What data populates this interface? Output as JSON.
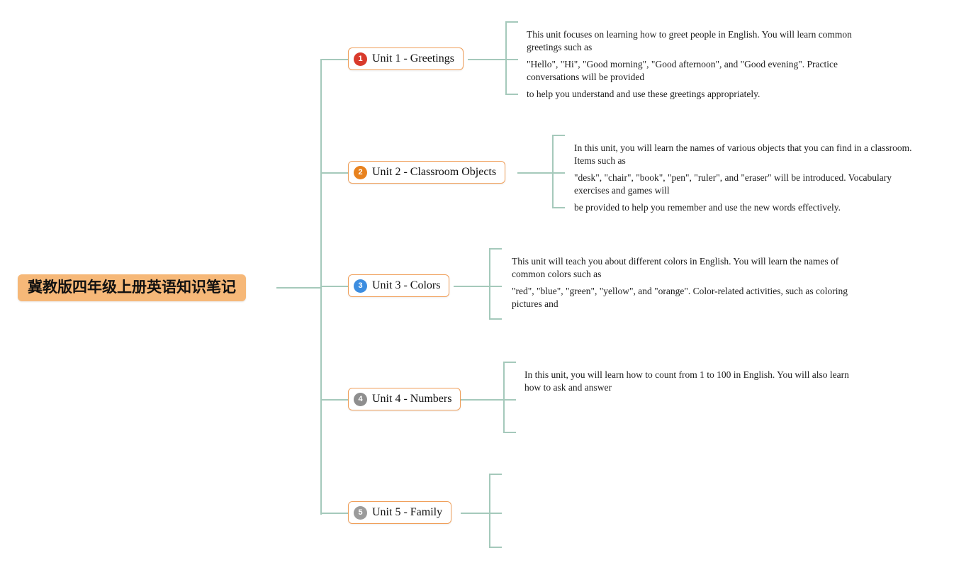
{
  "colors": {
    "connector": "#a5c9bb",
    "root-bg": "#f6b878",
    "node-border": "#f09f5a",
    "canvas-bg": "#ffffff"
  },
  "root": {
    "label": "冀教版四年级上册英语知识笔记"
  },
  "units": [
    {
      "badge": "1",
      "badge_color": "#d93a2b",
      "label": "Unit 1 - Greetings",
      "notes": [
        "This unit focuses on learning how to greet people in English. You will learn common greetings such as",
        "\"Hello\", \"Hi\", \"Good morning\", \"Good afternoon\", and \"Good evening\". Practice conversations will be provided",
        "to help you understand and use these greetings appropriately."
      ]
    },
    {
      "badge": "2",
      "badge_color": "#e8821e",
      "label": "Unit 2 - Classroom Objects",
      "notes": [
        "In this unit, you will learn the names of various objects that you can find in a classroom. Items such as",
        "\"desk\", \"chair\", \"book\", \"pen\", \"ruler\", and \"eraser\" will be introduced. Vocabulary exercises and games will",
        "be provided to help you remember and use the new words effectively."
      ]
    },
    {
      "badge": "3",
      "badge_color": "#3c8de0",
      "label": "Unit 3 - Colors",
      "notes": [
        "This unit will teach you about different colors in English. You will learn the names of common colors such as",
        "\"red\", \"blue\", \"green\", \"yellow\", and \"orange\". Color-related activities, such as coloring pictures and",
        ""
      ]
    },
    {
      "badge": "4",
      "badge_color": "#8e8e8e",
      "label": "Unit 4 - Numbers",
      "notes": [
        "In this unit, you will learn how to count from 1 to 100 in English. You will also learn how to ask and answer",
        "",
        ""
      ]
    },
    {
      "badge": "5",
      "badge_color": "#9b9b9b",
      "label": "Unit 5 - Family",
      "notes": [
        "",
        "",
        ""
      ]
    }
  ]
}
